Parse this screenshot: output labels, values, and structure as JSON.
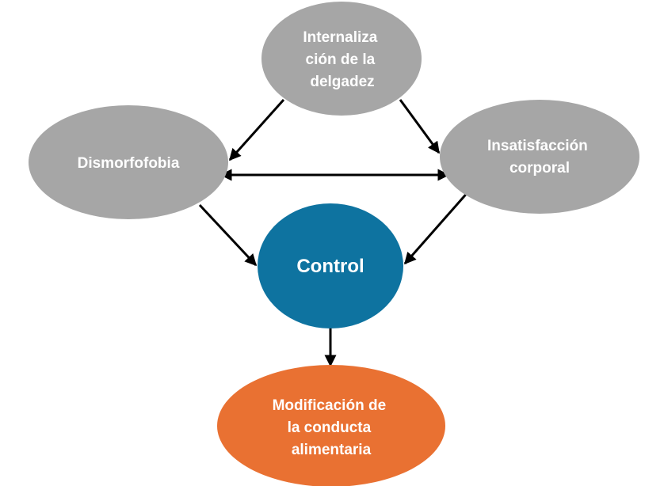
{
  "nodes": {
    "internalizacion": {
      "lines": [
        "Internaliza",
        "ción de la",
        "delgadez"
      ],
      "color": "#a6a6a6"
    },
    "dismorfofobia": {
      "lines": [
        "Dismorfofobia"
      ],
      "color": "#a6a6a6"
    },
    "insatisfaccion": {
      "lines": [
        "Insatisfacción",
        "corporal"
      ],
      "color": "#a6a6a6"
    },
    "control": {
      "lines": [
        "Control"
      ],
      "color": "#0e73a0"
    },
    "modificacion": {
      "lines": [
        "Modificación de",
        "la conducta",
        "alimentaria"
      ],
      "color": "#e97132"
    }
  },
  "edges": [
    {
      "from": "internalizacion",
      "to": "dismorfofobia",
      "direction": "forward"
    },
    {
      "from": "internalizacion",
      "to": "insatisfaccion",
      "direction": "forward"
    },
    {
      "from": "dismorfofobia",
      "to": "insatisfaccion",
      "direction": "both"
    },
    {
      "from": "dismorfofobia",
      "to": "control",
      "direction": "forward"
    },
    {
      "from": "insatisfaccion",
      "to": "control",
      "direction": "forward"
    },
    {
      "from": "control",
      "to": "modificacion",
      "direction": "forward"
    }
  ],
  "arrow_color": "#000000"
}
